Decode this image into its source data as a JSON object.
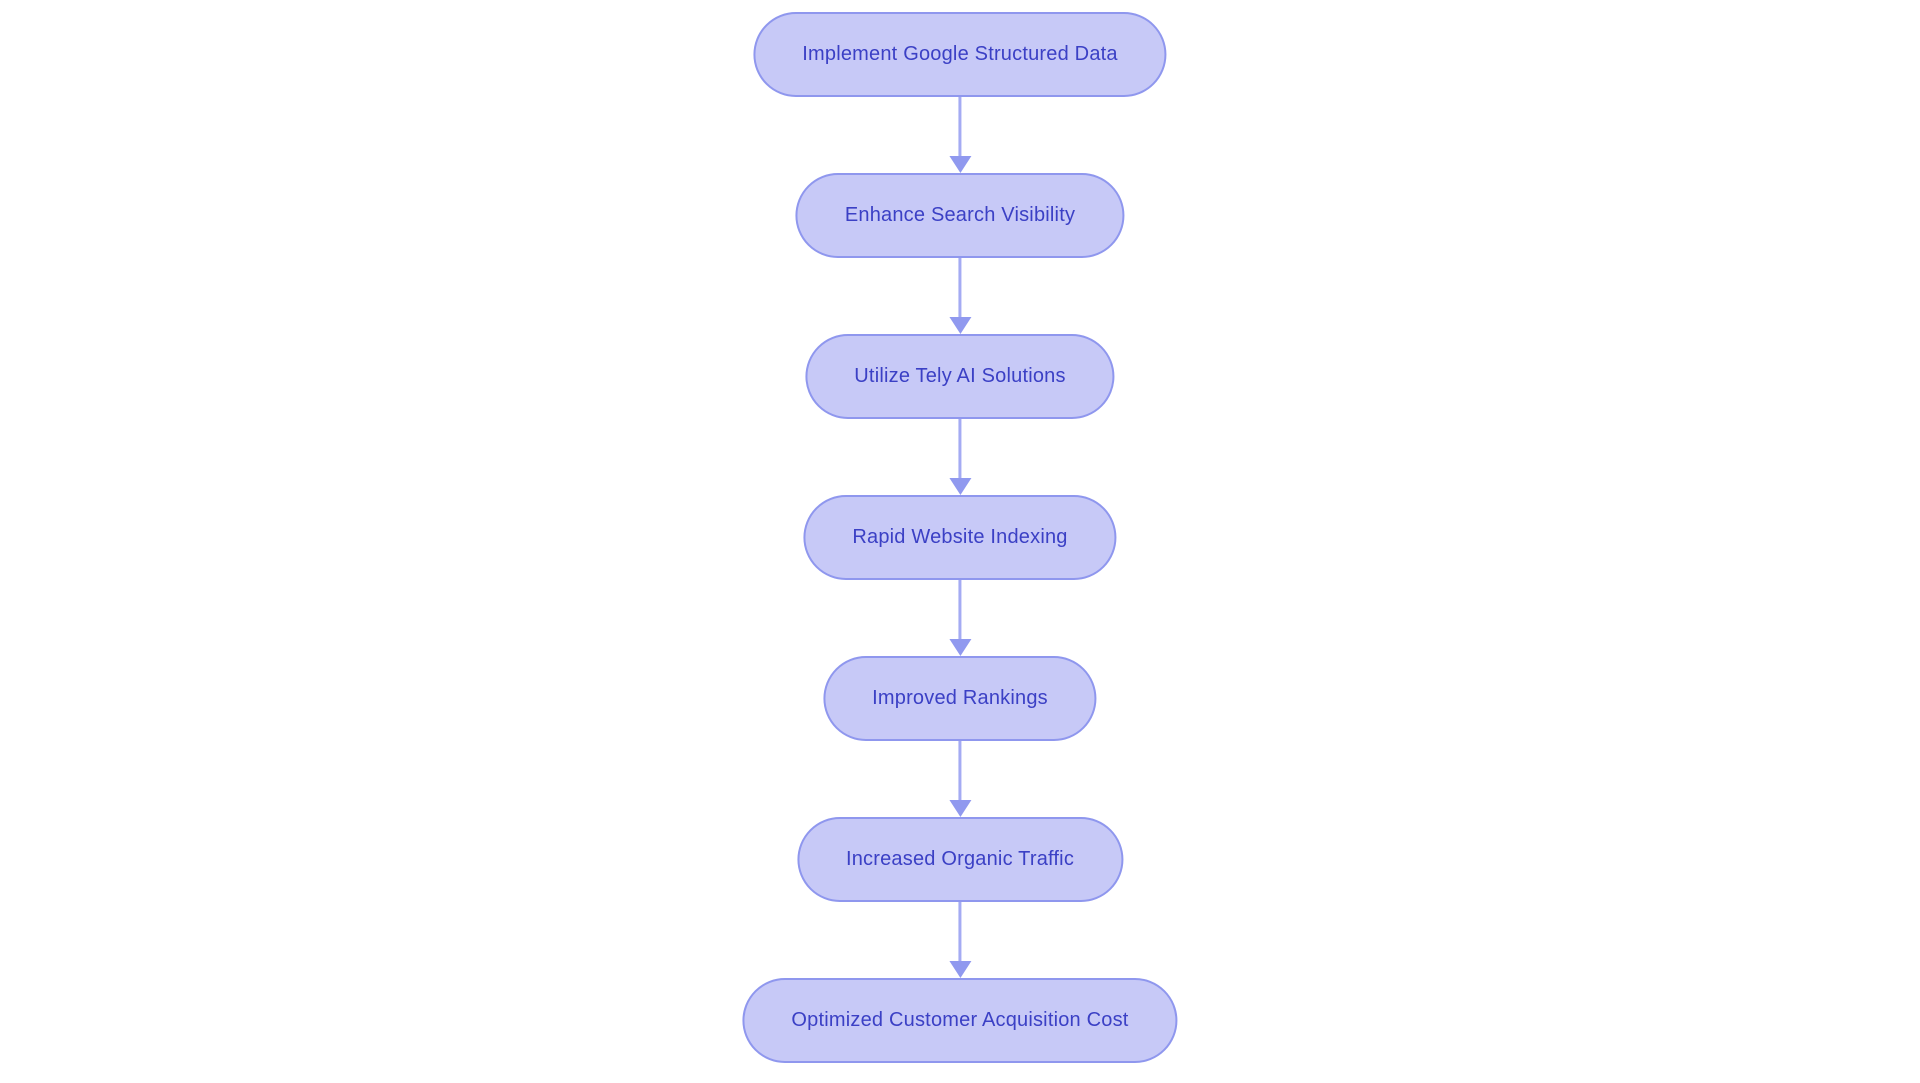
{
  "page": {
    "background_color": "#ffffff"
  },
  "flowchart": {
    "type": "vertical-flowchart",
    "direction": "top-to-bottom",
    "style": {
      "node_fill": "#c7c9f7",
      "node_border": "#8f97ee",
      "node_text": "#3b40c5",
      "arrow_line": "#a4abf3",
      "arrow_head": "#9099ef"
    },
    "nodes": [
      {
        "id": 1,
        "label": "Implement Google Structured Data"
      },
      {
        "id": 2,
        "label": "Enhance Search Visibility"
      },
      {
        "id": 3,
        "label": "Utilize Tely AI Solutions"
      },
      {
        "id": 4,
        "label": "Rapid Website Indexing"
      },
      {
        "id": 5,
        "label": "Improved Rankings"
      },
      {
        "id": 6,
        "label": "Increased Organic Traffic"
      },
      {
        "id": 7,
        "label": "Optimized Customer Acquisition Cost"
      }
    ],
    "edges": [
      {
        "from": 1,
        "to": 2
      },
      {
        "from": 2,
        "to": 3
      },
      {
        "from": 3,
        "to": 4
      },
      {
        "from": 4,
        "to": 5
      },
      {
        "from": 5,
        "to": 6
      },
      {
        "from": 6,
        "to": 7
      }
    ]
  }
}
